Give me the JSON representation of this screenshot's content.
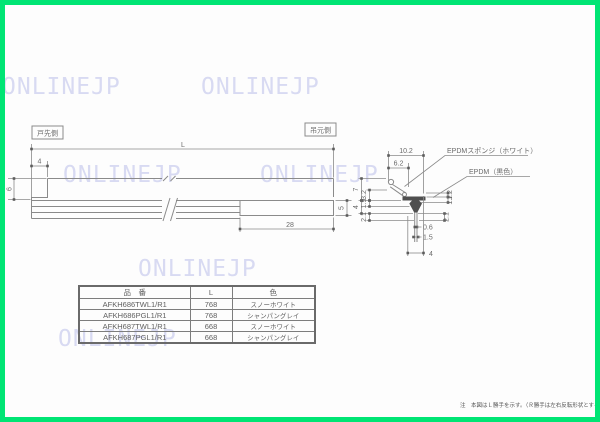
{
  "colors": {
    "frame": "#00e574",
    "watermark": "#d8daf2",
    "line": "#8a8a8a",
    "text": "#6a6a6a",
    "profile_fill": "#4f4f4f"
  },
  "watermark": {
    "text": "ONLINEJP"
  },
  "side_view": {
    "door_leading_label": "戸先側",
    "hinge_side_label": "吊元側",
    "dims": {
      "length": "L",
      "left_inset": "4",
      "height": "6",
      "end_block_length": "28",
      "end_block_height": "5"
    }
  },
  "section_view": {
    "sponge_label": "EPDMスポンジ（ホワイト）",
    "rubber_label": "EPDM（黒色）",
    "dims": {
      "top_width": "10.2",
      "sponge_width": "6.2",
      "h7": "7",
      "h32": "3.2",
      "h19": "1.9",
      "h4": "4",
      "h21_left": "2.1",
      "t12": "1.2",
      "t17": "1.7",
      "h21_right": "2.1",
      "w06": "0.6",
      "w15": "1.5",
      "base_width": "4"
    }
  },
  "table": {
    "headers": [
      "品　番",
      "L",
      "色"
    ],
    "rows": [
      [
        "AFKH686TWL1/R1",
        "768",
        "スノーホワイト"
      ],
      [
        "AFKH686PGL1/R1",
        "768",
        "シャンパングレイ"
      ],
      [
        "AFKH687TWL1/R1",
        "668",
        "スノーホワイト"
      ],
      [
        "AFKH687PGL1/R1",
        "668",
        "シャンパングレイ"
      ]
    ]
  },
  "note": {
    "text": "注　本図はＬ勝手を示す。（Ｒ勝手は左右反転形状とする。）"
  }
}
